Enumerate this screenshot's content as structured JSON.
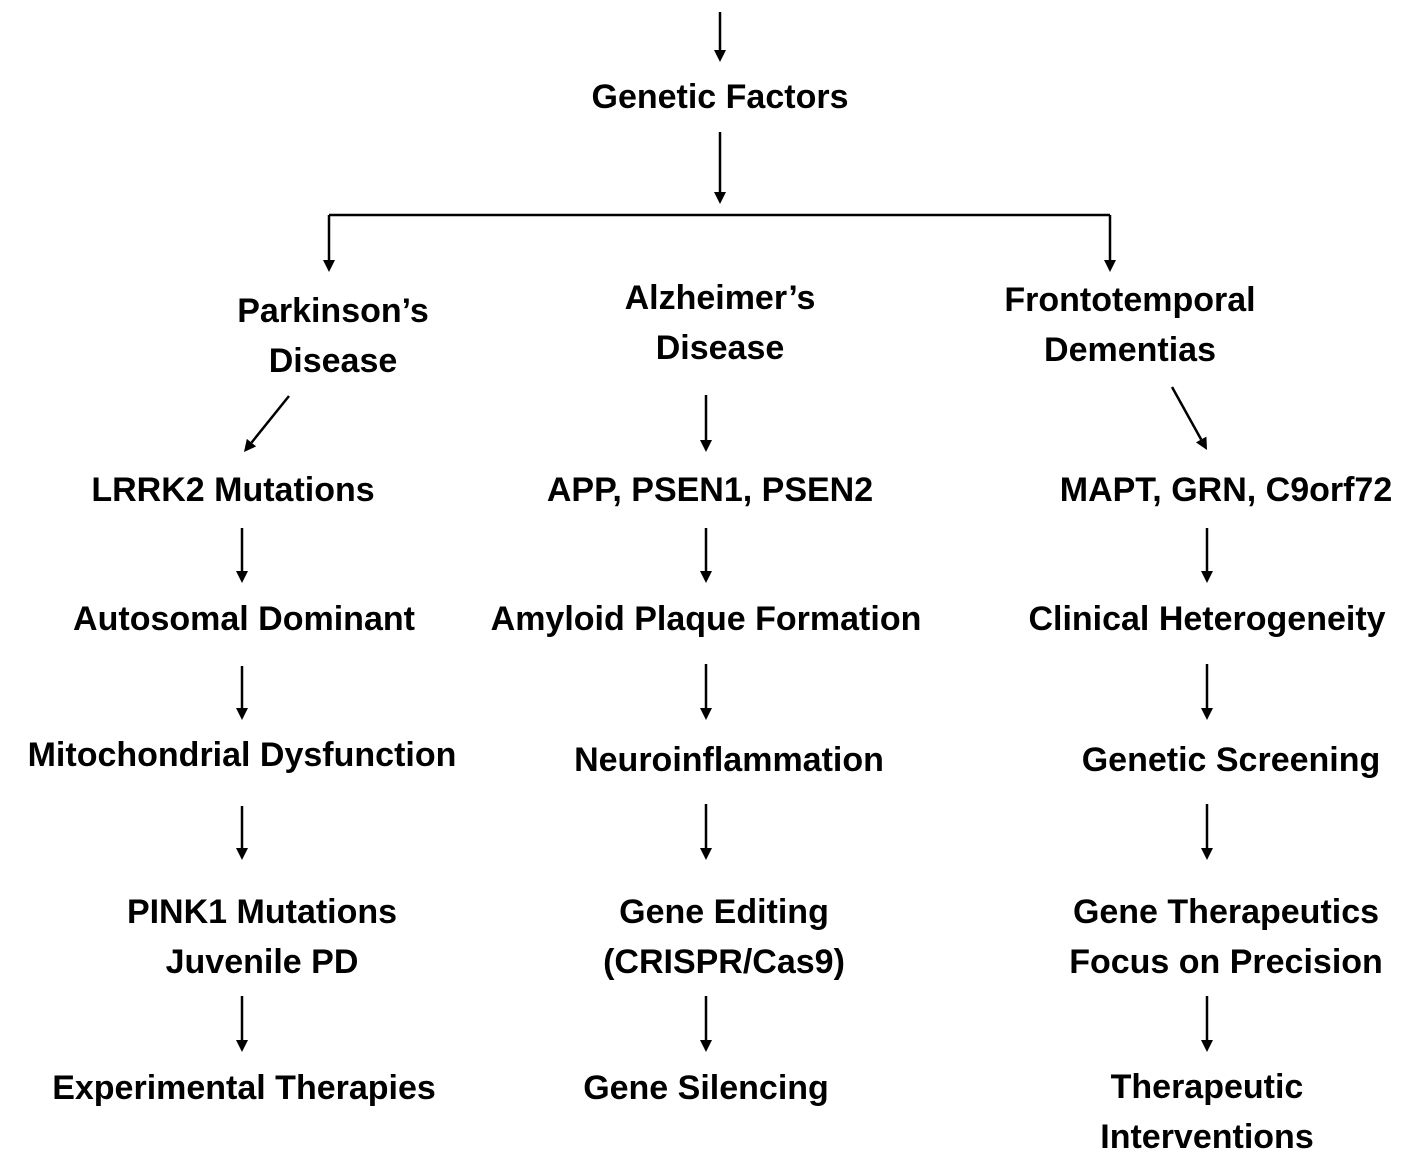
{
  "root": {
    "label": "Genetic Factors"
  },
  "columns": [
    {
      "disease": [
        "Parkinson’s",
        "Disease"
      ],
      "steps": [
        [
          "LRRK2 Mutations"
        ],
        [
          "Autosomal Dominant"
        ],
        [
          "Mitochondrial Dysfunction"
        ],
        [
          "PINK1 Mutations",
          "Juvenile PD"
        ],
        [
          "Experimental Therapies"
        ]
      ]
    },
    {
      "disease": [
        "Alzheimer’s",
        "Disease"
      ],
      "steps": [
        [
          "APP, PSEN1, PSEN2"
        ],
        [
          "Amyloid Plaque Formation"
        ],
        [
          "Neuroinflammation"
        ],
        [
          "Gene Editing",
          "(CRISPR/Cas9)"
        ],
        [
          "Gene Silencing"
        ]
      ]
    },
    {
      "disease": [
        "Frontotemporal",
        "Dementias"
      ],
      "steps": [
        [
          "MAPT, GRN, C9orf72"
        ],
        [
          "Clinical Heterogeneity"
        ],
        [
          "Genetic Screening"
        ],
        [
          "Gene Therapeutics",
          "Focus on Precision"
        ],
        [
          "Therapeutic",
          "Interventions"
        ]
      ]
    }
  ]
}
